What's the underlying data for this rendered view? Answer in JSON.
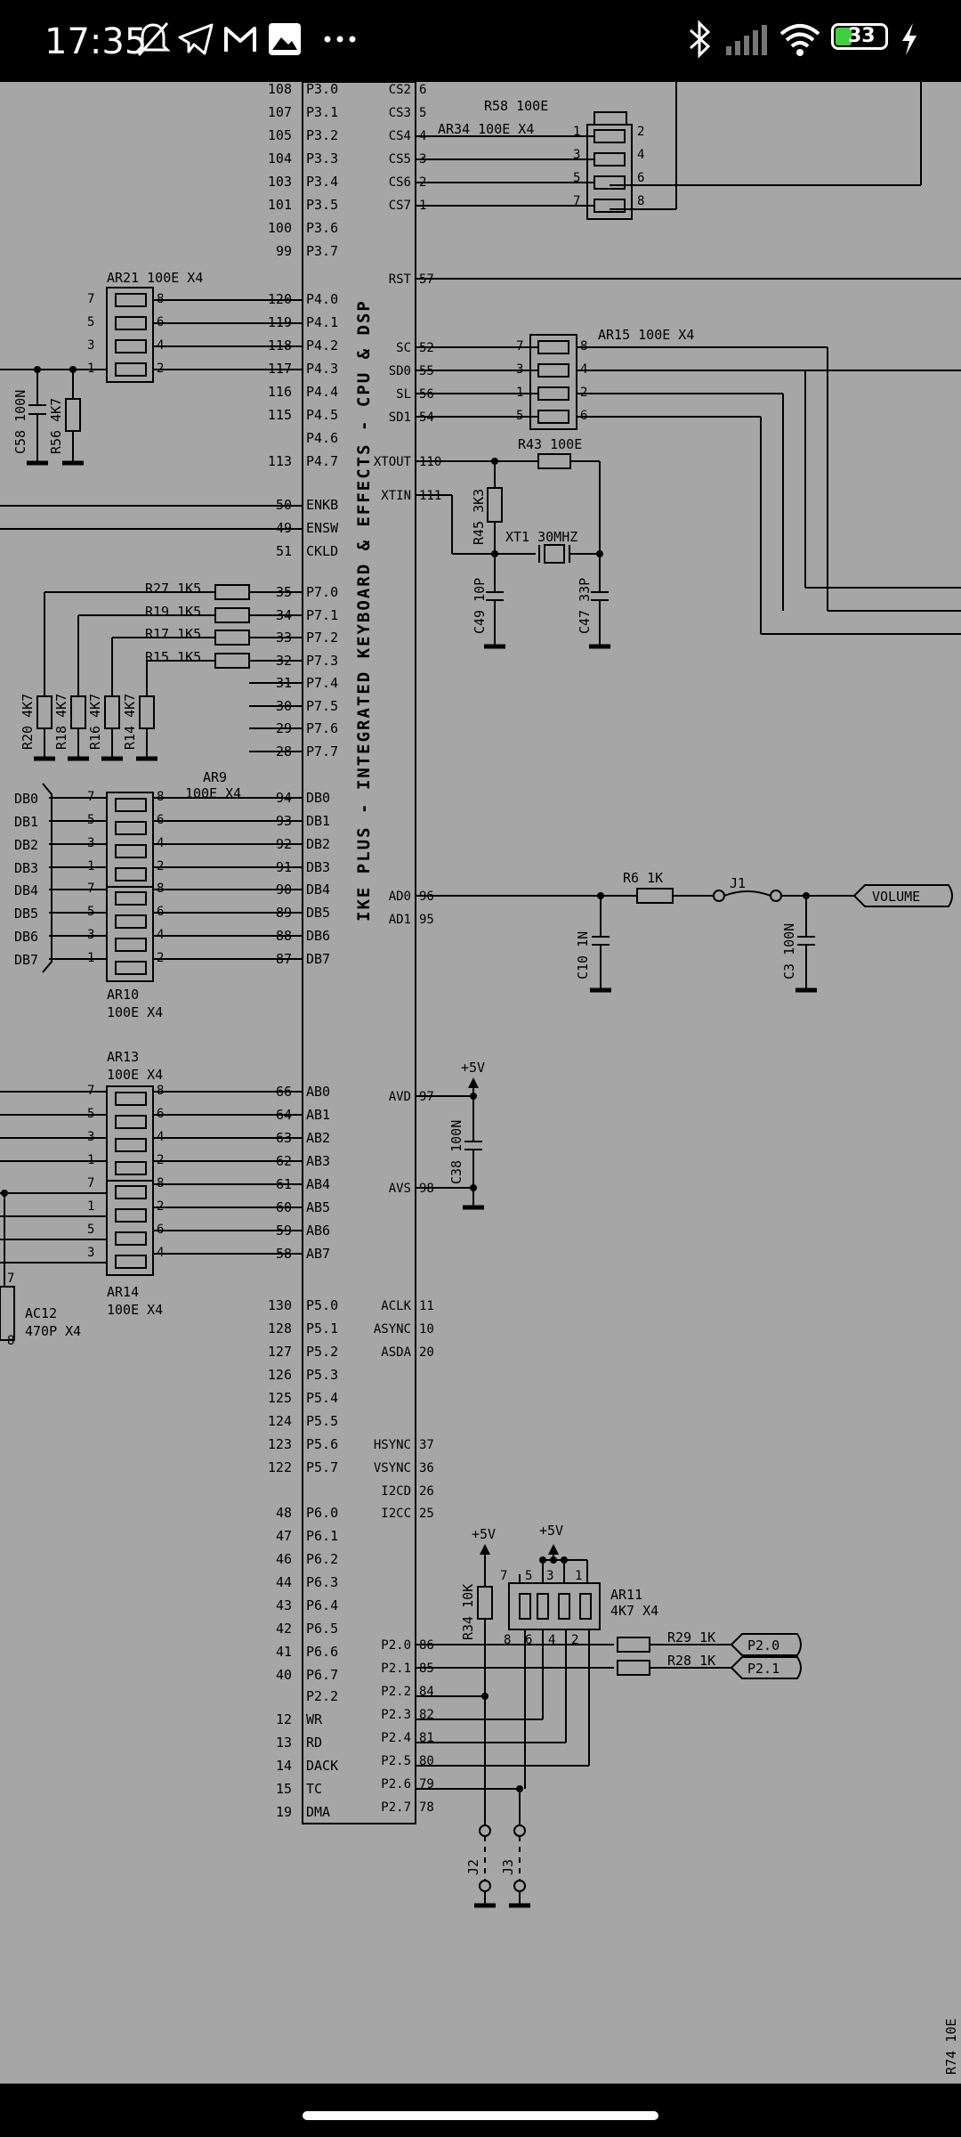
{
  "status_bar": {
    "time": "17:35",
    "left_icons": [
      "mute-bell-icon",
      "telegram-icon",
      "gmail-icon",
      "photo-icon",
      "more-dots-icon"
    ],
    "right_icons": [
      "bluetooth-icon",
      "signal-icon",
      "wifi-icon",
      "battery-icon",
      "charging-icon"
    ],
    "battery": "33"
  },
  "schematic": {
    "chip_title": "IKE PLUS - INTEGRATED KEYBOARD & EFFECTS - CPU & DSP",
    "left_pins": [
      {
        "num": "108",
        "label": "P3.0"
      },
      {
        "num": "107",
        "label": "P3.1"
      },
      {
        "num": "105",
        "label": "P3.2"
      },
      {
        "num": "104",
        "label": "P3.3"
      },
      {
        "num": "103",
        "label": "P3.4"
      },
      {
        "num": "101",
        "label": "P3.5"
      },
      {
        "num": "100",
        "label": "P3.6"
      },
      {
        "num": "99",
        "label": "P3.7"
      },
      {
        "num": "120",
        "label": "P4.0"
      },
      {
        "num": "119",
        "label": "P4.1"
      },
      {
        "num": "118",
        "label": "P4.2"
      },
      {
        "num": "117",
        "label": "P4.3"
      },
      {
        "num": "116",
        "label": "P4.4"
      },
      {
        "num": "115",
        "label": "P4.5"
      },
      {
        "num": "",
        "label": "P4.6"
      },
      {
        "num": "113",
        "label": "P4.7"
      },
      {
        "num": "50",
        "label": "ENKB"
      },
      {
        "num": "49",
        "label": "ENSW"
      },
      {
        "num": "51",
        "label": "CKLD"
      },
      {
        "num": "35",
        "label": "P7.0"
      },
      {
        "num": "34",
        "label": "P7.1"
      },
      {
        "num": "33",
        "label": "P7.2"
      },
      {
        "num": "32",
        "label": "P7.3"
      },
      {
        "num": "31",
        "label": "P7.4"
      },
      {
        "num": "30",
        "label": "P7.5"
      },
      {
        "num": "29",
        "label": "P7.6"
      },
      {
        "num": "28",
        "label": "P7.7"
      },
      {
        "num": "94",
        "label": "DB0"
      },
      {
        "num": "93",
        "label": "DB1"
      },
      {
        "num": "92",
        "label": "DB2"
      },
      {
        "num": "91",
        "label": "DB3"
      },
      {
        "num": "90",
        "label": "DB4"
      },
      {
        "num": "89",
        "label": "DB5"
      },
      {
        "num": "88",
        "label": "DB6"
      },
      {
        "num": "87",
        "label": "DB7"
      },
      {
        "num": "66",
        "label": "AB0"
      },
      {
        "num": "64",
        "label": "AB1"
      },
      {
        "num": "63",
        "label": "AB2"
      },
      {
        "num": "62",
        "label": "AB3"
      },
      {
        "num": "61",
        "label": "AB4"
      },
      {
        "num": "60",
        "label": "AB5"
      },
      {
        "num": "59",
        "label": "AB6"
      },
      {
        "num": "58",
        "label": "AB7"
      },
      {
        "num": "130",
        "label": "P5.0"
      },
      {
        "num": "128",
        "label": "P5.1"
      },
      {
        "num": "127",
        "label": "P5.2"
      },
      {
        "num": "126",
        "label": "P5.3"
      },
      {
        "num": "125",
        "label": "P5.4"
      },
      {
        "num": "124",
        "label": "P5.5"
      },
      {
        "num": "123",
        "label": "P5.6"
      },
      {
        "num": "122",
        "label": "P5.7"
      },
      {
        "num": "48",
        "label": "P6.0"
      },
      {
        "num": "47",
        "label": "P6.1"
      },
      {
        "num": "46",
        "label": "P6.2"
      },
      {
        "num": "44",
        "label": "P6.3"
      },
      {
        "num": "43",
        "label": "P6.4"
      },
      {
        "num": "42",
        "label": "P6.5"
      },
      {
        "num": "41",
        "label": "P6.6"
      },
      {
        "num": "40",
        "label": "P6.7"
      },
      {
        "num": "",
        "label": "P2.2"
      },
      {
        "num": "12",
        "label": "WR"
      },
      {
        "num": "13",
        "label": "RD"
      },
      {
        "num": "14",
        "label": "DACK"
      },
      {
        "num": "15",
        "label": "TC"
      },
      {
        "num": "19",
        "label": "DMA"
      }
    ],
    "right_pins": [
      {
        "num": "6",
        "label": "CS2"
      },
      {
        "num": "5",
        "label": "CS3"
      },
      {
        "num": "4",
        "label": "CS4"
      },
      {
        "num": "3",
        "label": "CS5"
      },
      {
        "num": "2",
        "label": "CS6"
      },
      {
        "num": "1",
        "label": "CS7"
      },
      {
        "num": "57",
        "label": "RST"
      },
      {
        "num": "52",
        "label": "SC"
      },
      {
        "num": "55",
        "label": "SD0"
      },
      {
        "num": "56",
        "label": "SL"
      },
      {
        "num": "54",
        "label": "SD1"
      },
      {
        "num": "110",
        "label": "XTOUT"
      },
      {
        "num": "111",
        "label": "XTIN"
      },
      {
        "num": "96",
        "label": "AD0"
      },
      {
        "num": "95",
        "label": "AD1"
      },
      {
        "num": "97",
        "label": "AVD"
      },
      {
        "num": "98",
        "label": "AVS"
      },
      {
        "num": "11",
        "label": "ACLK"
      },
      {
        "num": "10",
        "label": "ASYNC"
      },
      {
        "num": "20",
        "label": "ASDA"
      },
      {
        "num": "37",
        "label": "HSYNC"
      },
      {
        "num": "36",
        "label": "VSYNC"
      },
      {
        "num": "26",
        "label": "I2CD"
      },
      {
        "num": "25",
        "label": "I2CC"
      },
      {
        "num": "86",
        "label": "P2.0"
      },
      {
        "num": "85",
        "label": "P2.1"
      },
      {
        "num": "84",
        "label": "P2.2"
      },
      {
        "num": "82",
        "label": "P2.3"
      },
      {
        "num": "81",
        "label": "P2.4"
      },
      {
        "num": "80",
        "label": "P2.5"
      },
      {
        "num": "79",
        "label": "P2.6"
      },
      {
        "num": "78",
        "label": "P2.7"
      }
    ],
    "components": {
      "r58": "R58 100E",
      "ar34": "AR34 100E X4",
      "ar21": "AR21 100E X4",
      "ar15": "AR15 100E X4",
      "r43": "R43 100E",
      "r45": "R45 3K3",
      "xt1": "XT1 30MHZ",
      "c49": "C49 10P",
      "c47": "C47 33P",
      "c58": "C58 100N",
      "r56": "R56 4K7",
      "r27": "R27 1K5",
      "r19": "R19 1K5",
      "r17": "R17 1K5",
      "r15": "R15 1K5",
      "r20": "R20 4K7",
      "r18": "R18 4K7",
      "r16": "R16 4K7",
      "r14": "R14 4K7",
      "ar9_a": "AR9",
      "ar9_b": "100E X4",
      "ar10_a": "AR10",
      "ar10_b": "100E X4",
      "r6": "R6 1K",
      "j1": "J1",
      "c10": "C10 1N",
      "c3": "C3 100N",
      "volume": "VOLUME",
      "ar13_a": "AR13",
      "ar13_b": "100E X4",
      "ar14_a": "AR14",
      "ar14_b": "100E X4",
      "plus5v": "+5V",
      "c38": "C38 100N",
      "ac12_a": "AC12",
      "ac12_b": "470P X4",
      "r34": "R34 10K",
      "ar11_a": "AR11",
      "ar11_b": "4K7 X4",
      "r29": "R29 1K",
      "r28": "R28 1K",
      "p20": "P2.0",
      "p21": "P2.1",
      "j2": "J2",
      "j3": "J3",
      "r74": "R74 10E"
    },
    "db_labels": [
      "DB0",
      "DB1",
      "DB2",
      "DB3",
      "DB4",
      "DB5",
      "DB6",
      "DB7"
    ]
  }
}
